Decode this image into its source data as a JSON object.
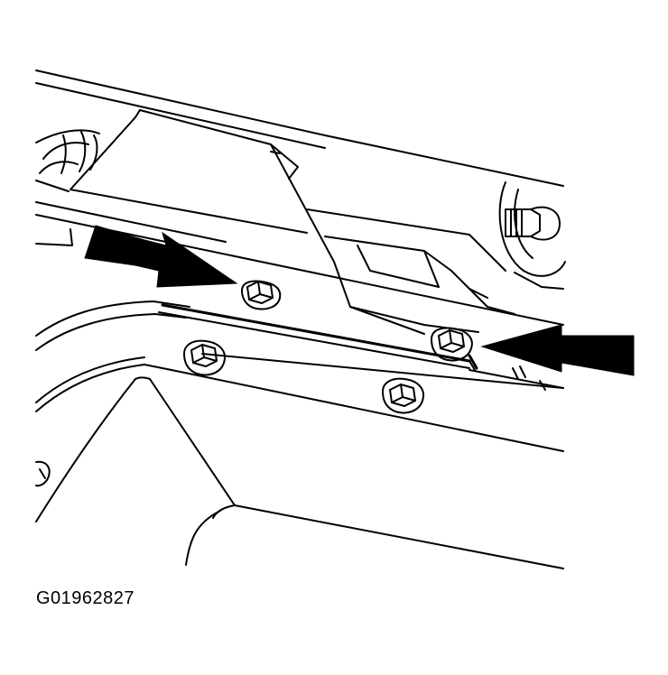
{
  "figure": {
    "id": "G01962827"
  },
  "colors": {
    "ink": "#000000",
    "paper": "#ffffff"
  },
  "callouts": [
    {
      "name": "callout-arrow-left-upper",
      "direction": "right",
      "points_to": "bolt-upper-left"
    },
    {
      "name": "callout-arrow-right",
      "direction": "left",
      "points_to": "bolt-upper-right"
    }
  ]
}
